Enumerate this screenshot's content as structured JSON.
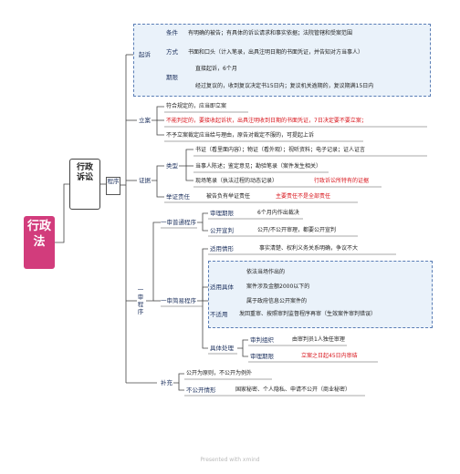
{
  "root": {
    "label": "行政法"
  },
  "l1": {
    "label": "行政诉讼"
  },
  "l2": {
    "label": "程序"
  },
  "qisu": {
    "label": "起诉",
    "conditions": {
      "label": "条件",
      "text": "有明确的被告；有具体的诉讼请求和事实依据；法院管辖和受案范围"
    },
    "method": {
      "label": "方式",
      "text": "书面和口头（计入笔录，出具注明日期的书面凭证，并告知对方当事人）"
    },
    "period": {
      "label": "期限",
      "direct": "直接起诉，6个月",
      "review": "经过复议的，收到复议决定书15日内；复议机关逾期的，复议期满15日内"
    }
  },
  "lian": {
    "label": "立案",
    "a": "符合规定的，应当即立案",
    "b": "不能判定的，要接收起诉状，出具注明收到日期的书面凭证，7日决定要不要立案；",
    "c": "不予立案裁定应当给与理由，原告对裁定不服的，可提起上诉"
  },
  "zhengju": {
    "label": "证据",
    "types": {
      "label": "类型",
      "a": "书证（看里面内容）；物证（看外观）；视听资料；电子记录；证人证言",
      "b": "当事人陈述；鉴定意见；勘验笔录（案件发生相关）",
      "c": "现场笔录（执法过程的动态记录）",
      "c_red": "行政诉讼所特有的证据"
    },
    "burden": {
      "label": "举证责任",
      "text": "被告负有举证责任",
      "red": "主要责任不是全部责任"
    }
  },
  "yishen": {
    "label": "一审程序",
    "normal": {
      "label": "一审普通程序",
      "limit_label": "审理期限",
      "limit": "6个月内作出裁决",
      "pub_label": "公开宣判",
      "pub": "公开/不公开审理，都要公开宣判"
    },
    "simple": {
      "label": "一审简易程序",
      "scope_label": "适用情形",
      "scope": "事实清楚、权利义务关系明确，争议不大",
      "apply_label": "适用具体",
      "apply_items": [
        "依法当场作出的",
        "案件涉及金额2000以下的",
        "属于政府信息公开案件的"
      ],
      "notapply_label": "不适用",
      "notapply": "发回重审、按照审判监督程序再审（生效案件审判错误）",
      "handle_label": "具体处理",
      "org_label": "审判组织",
      "org": "由审判员1人独任审理",
      "limit_label": "审理期限",
      "limit": "立案之日起45日内审结"
    }
  },
  "buchong": {
    "label": "补充",
    "principle": "公开为原则，不公开为例外",
    "np_label": "不公开情形",
    "np": "国家秘密、个人隐私、申请不公开（商业秘密）"
  },
  "footer": "Presented with xmind"
}
